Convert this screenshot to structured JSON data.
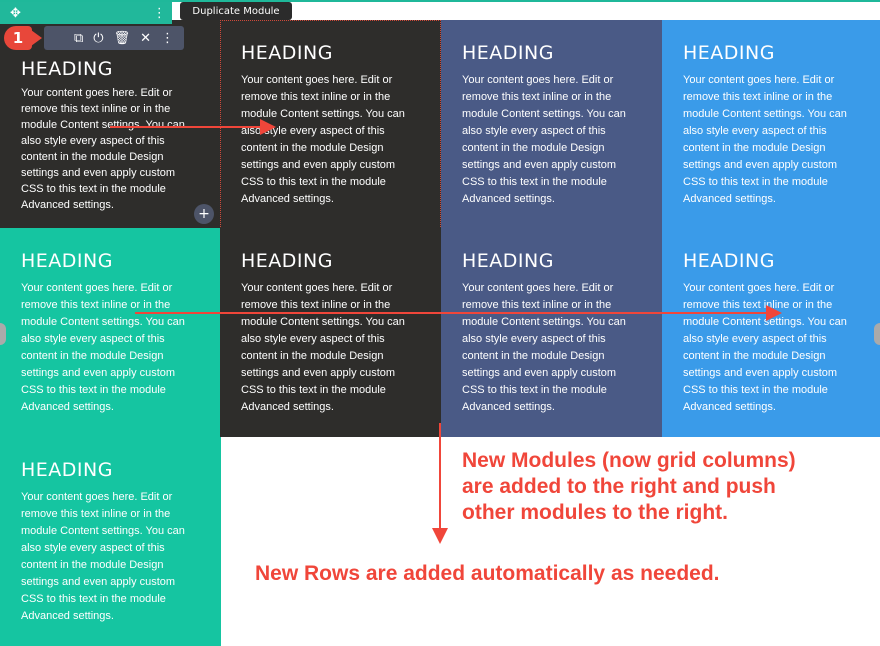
{
  "tooltip": "Duplicate Module",
  "step_badge": "1",
  "modbar_icons": [
    "duplicate-icon",
    "power-icon",
    "trash-icon",
    "close-icon",
    "more-icon"
  ],
  "colors": {
    "dark": "#2e2d2b",
    "slate": "#4a5a86",
    "blue": "#3a9be9",
    "teal": "#15c5a1",
    "annotation": "#f0463a"
  },
  "modules": [
    {
      "heading": "HEADING",
      "body": "Your content goes here. Edit or remove this text inline or in the module Content settings. You can also style every aspect of this content in the module Design settings and even apply custom CSS to this text in the module Advanced settings.",
      "color": "dark"
    },
    {
      "heading": "HEADING",
      "body": "Your content goes here. Edit or remove this text inline or in the module Content settings. You can also style every aspect of this content in the module Design settings and even apply custom CSS to this text in the module Advanced settings.",
      "color": "dark"
    },
    {
      "heading": "HEADING",
      "body": "Your content goes here. Edit or remove this text inline or in the module Content settings. You can also style every aspect of this content in the module Design settings and even apply custom CSS to this text in the module Advanced settings.",
      "color": "slate"
    },
    {
      "heading": "HEADING",
      "body": "Your content goes here. Edit or remove this text inline or in the module Content settings. You can also style every aspect of this content in the module Design settings and even apply custom CSS to this text in the module Advanced settings.",
      "color": "blue"
    },
    {
      "heading": "HEADING",
      "body": "Your content goes here. Edit or remove this text inline or in the module Content settings. You can also style every aspect of this content in the module Design settings and even apply custom CSS to this text in the module Advanced settings.",
      "color": "teal"
    },
    {
      "heading": "HEADING",
      "body": "Your content goes here. Edit or remove this text inline or in the module Content settings. You can also style every aspect of this content in the module Design settings and even apply custom CSS to this text in the module Advanced settings.",
      "color": "dark"
    },
    {
      "heading": "HEADING",
      "body": "Your content goes here. Edit or remove this text inline or in the module Content settings. You can also style every aspect of this content in the module Design settings and even apply custom CSS to this text in the module Advanced settings.",
      "color": "slate"
    },
    {
      "heading": "HEADING",
      "body": "Your content goes here. Edit or remove this text inline or in the module Content settings. You can also style every aspect of this content in the module Design settings and even apply custom CSS to this text in the module Advanced settings.",
      "color": "blue"
    },
    {
      "heading": "HEADING",
      "body": "Your content goes here. Edit or remove this text inline or in the module Content settings. You can also style every aspect of this content in the module Design settings and even apply custom CSS to this text in the module Advanced settings.",
      "color": "teal"
    }
  ],
  "annotations": {
    "modules_note": [
      "New Modules (now grid columns)",
      "are added to the right and push",
      "other modules to the right."
    ],
    "rows_note": "New Rows are added automatically as needed."
  }
}
